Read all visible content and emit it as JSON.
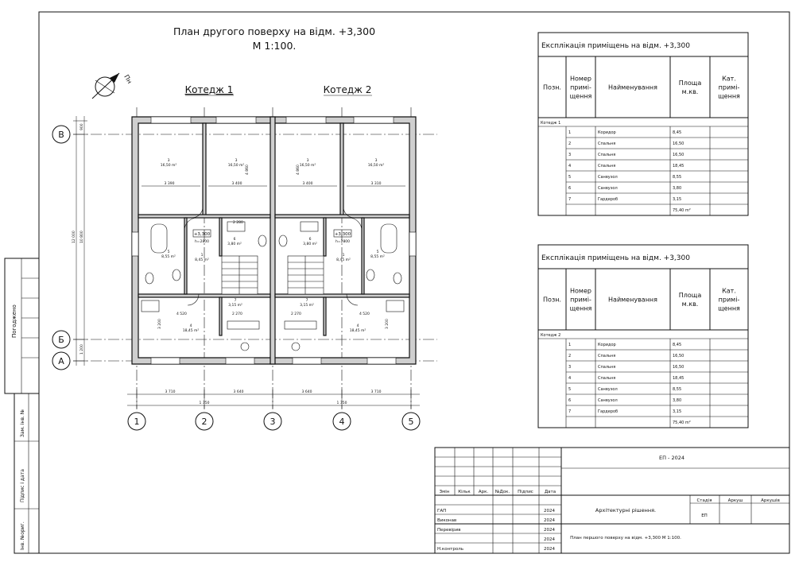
{
  "plan": {
    "title": "План другого поверху на відм. +3,300",
    "scale": "М 1:100.",
    "north": "Пн",
    "cottage1": "Котедж 1",
    "cottage2": "Котедж 2"
  },
  "axes": {
    "horizontal": [
      "1",
      "2",
      "3",
      "4",
      "5"
    ],
    "vertical": [
      "В",
      "Б",
      "А"
    ]
  },
  "dims": {
    "bottom_spans": [
      "3 710",
      "3 640",
      "3 640",
      "3 710"
    ],
    "bottom_halves": [
      "1 350",
      "1 350"
    ],
    "left_chain": [
      "900",
      "10 800",
      "1 200"
    ],
    "left_total": "12 000",
    "inner_c1": [
      "3 390",
      "3 400",
      "2 280",
      "4 520",
      "2 270"
    ],
    "inner_c2": [
      "3 400",
      "3 310",
      "2 270",
      "4 520"
    ],
    "vert_c1": [
      "4 860",
      "3 200"
    ],
    "vert_c2": [
      "4 860",
      "3 200"
    ]
  },
  "rooms": {
    "c1": [
      {
        "num": "3",
        "area": "16,50 m²"
      },
      {
        "num": "3",
        "area": "16,50 m²"
      },
      {
        "num": "5",
        "area": "8,55 m²"
      },
      {
        "num": "1",
        "area": "8,45 m²"
      },
      {
        "num": "6",
        "area": "3,80 m²"
      },
      {
        "num": "7",
        "area": "3,15 m²"
      },
      {
        "num": "4",
        "area": "18,45 m²"
      }
    ],
    "c2": [
      {
        "num": "3",
        "area": "16,50 m²"
      },
      {
        "num": "3",
        "area": "16,50 m²"
      },
      {
        "num": "6",
        "area": "3,80 m²"
      },
      {
        "num": "1",
        "area": "8,45 m²"
      },
      {
        "num": "5",
        "area": "8,55 m²"
      },
      {
        "num": "7",
        "area": "3,15 m²"
      },
      {
        "num": "4",
        "area": "18,45 m²"
      }
    ],
    "level_c1": "+3,300",
    "level_c2": "+3,300",
    "h_c1": "h=2800",
    "h_c2": "h=2800"
  },
  "explication": {
    "title": "Експлікація приміщень на відм. +3,300",
    "headers": [
      "Позн.",
      "Номер примі- щення",
      "Найменування",
      "Площа м.кв.",
      "Кат. примі- щення"
    ],
    "tables": [
      {
        "group": "Котедж 1",
        "rows": [
          {
            "n": "1",
            "name": "Коридор",
            "area": "8,45"
          },
          {
            "n": "2",
            "name": "Спальня",
            "area": "16,50"
          },
          {
            "n": "3",
            "name": "Спальня",
            "area": "16,50"
          },
          {
            "n": "4",
            "name": "Спальня",
            "area": "18,45"
          },
          {
            "n": "5",
            "name": "Санвузол",
            "area": "8,55"
          },
          {
            "n": "6",
            "name": "Санвузол",
            "area": "3,80"
          },
          {
            "n": "7",
            "name": "Гардероб",
            "area": "3,15"
          }
        ],
        "total": "75,40 m²"
      },
      {
        "group": "Котедж 2",
        "rows": [
          {
            "n": "1",
            "name": "Коридор",
            "area": "8,45"
          },
          {
            "n": "2",
            "name": "Спальня",
            "area": "16,50"
          },
          {
            "n": "3",
            "name": "Спальня",
            "area": "16,50"
          },
          {
            "n": "4",
            "name": "Спальня",
            "area": "18,45"
          },
          {
            "n": "5",
            "name": "Санвузол",
            "area": "8,55"
          },
          {
            "n": "6",
            "name": "Санвузол",
            "area": "3,80"
          },
          {
            "n": "7",
            "name": "Гардероб",
            "area": "3,15"
          }
        ],
        "total": "75,40 m²"
      }
    ]
  },
  "stamp": {
    "code": "ЕП - 2024",
    "col_headers": [
      "Змін",
      "Кільк",
      "Арк.",
      "№Док.",
      "Підпис",
      "Дата"
    ],
    "roles": [
      "ГАП",
      "Виконав",
      "Перевірив",
      "",
      "Н.контроль"
    ],
    "years": [
      "2024",
      "2024",
      "2024",
      "2024",
      "2024"
    ],
    "section": "Архітектурні рішення.",
    "stage_headers": [
      "Стадія",
      "Аркуш",
      "Аркушів"
    ],
    "stage": "ЕП",
    "sheet_title": "План першого поверху на відм. +3,300 М 1:100."
  },
  "side_strip": {
    "labels": [
      "Погоджено",
      "Зам. інв. №",
      "Підпис і дата",
      "Інв. №ориг."
    ]
  }
}
